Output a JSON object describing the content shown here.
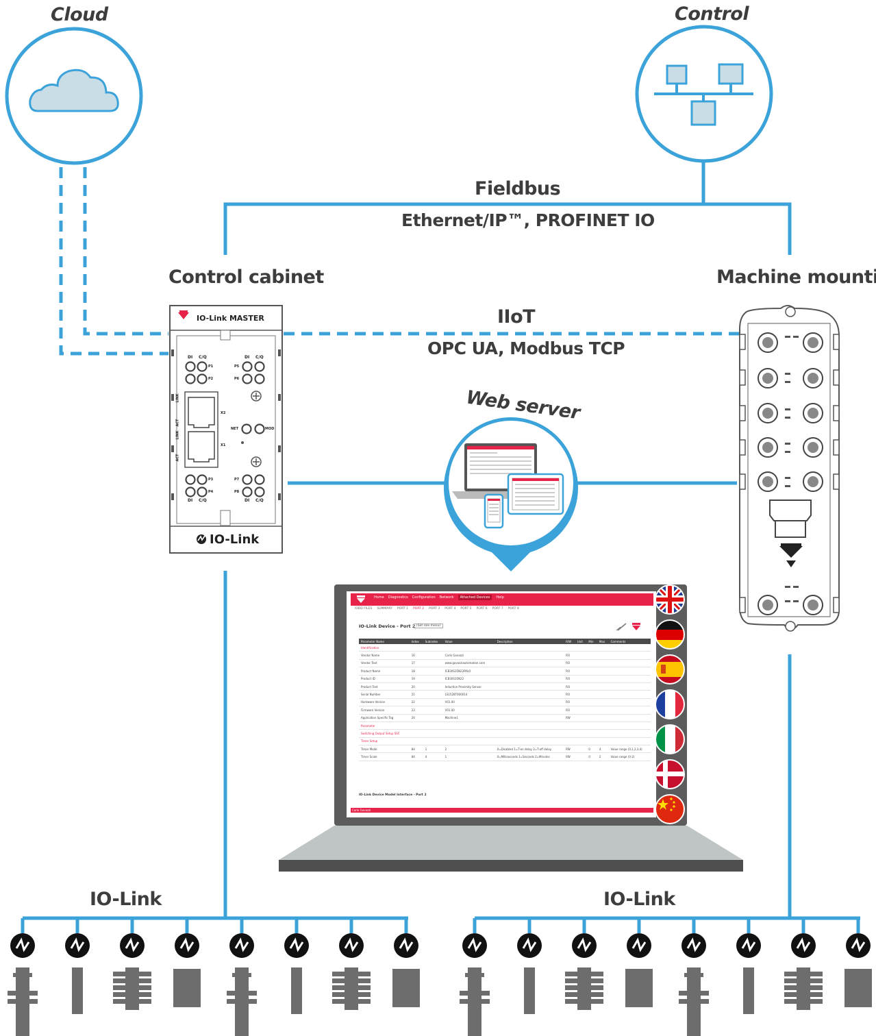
{
  "labels": {
    "cloud": "Cloud",
    "control": "Control",
    "fieldbus": "Fieldbus",
    "fieldbus_protocols": "Ethernet/IP™, PROFINET IO",
    "control_cabinet": "Control cabinet",
    "machine_mounting": "Machine mounting",
    "iiot": "IIoT",
    "iiot_protocols": "OPC UA, Modbus TCP",
    "web_server": "Web server",
    "io_link_left": "IO-Link",
    "io_link_right": "IO-Link"
  },
  "master": {
    "header": "IO-Link MASTER",
    "footer": "IO-Link",
    "port_labels": [
      "DI",
      "C/Q",
      "DI",
      "C/Q",
      "P1",
      "P2",
      "P5",
      "P6",
      "P3",
      "P4",
      "P7",
      "P8",
      "X2",
      "X1",
      "NET",
      "MOD",
      "LINK",
      "ACT",
      "LINK",
      "ACT",
      "DI",
      "C/Q",
      "DI",
      "C/Q"
    ]
  },
  "web_ui": {
    "nav": [
      "Home",
      "Diagnostics",
      "Configuration",
      "Network",
      "Attached Devices",
      "Help"
    ],
    "nav_active": "Attached Devices",
    "tabs": [
      "IODD FILES",
      "SUMMARY",
      "PORT 1",
      "PORT 2",
      "PORT 3",
      "PORT 4",
      "PORT 5",
      "PORT 6",
      "PORT 7",
      "PORT 8"
    ],
    "tab_active": "PORT 2",
    "page_title": "IO-Link Device - Port 2",
    "select_value": "(Set role menu)",
    "table_headers": [
      "Parameter Name",
      "Index",
      "Subindex",
      "Value",
      "Description",
      "R/W",
      "Unit",
      "Min",
      "Max",
      "Comments"
    ],
    "rows": [
      {
        "name": "Identification",
        "group": true
      },
      {
        "name": "Vendor Name",
        "index": "16",
        "value": "Carlo Gavazzi",
        "rw": "RO"
      },
      {
        "name": "Vendor Text",
        "index": "17",
        "value": "www.gavazziautomation.com",
        "rw": "RO"
      },
      {
        "name": "Product Name",
        "index": "18",
        "value": "ICB30S35N22PALO",
        "rw": "RO"
      },
      {
        "name": "Product ID",
        "index": "19",
        "value": "ICB30S35N22",
        "rw": "RO"
      },
      {
        "name": "Product Text",
        "index": "20",
        "value": "Inductive Proximity Sensor",
        "rw": "RO"
      },
      {
        "name": "Serial Number",
        "index": "21",
        "value": "LS1528T000014",
        "rw": "RO"
      },
      {
        "name": "Hardware Version",
        "index": "22",
        "value": "V01.00",
        "rw": "RO"
      },
      {
        "name": "Firmware Version",
        "index": "23",
        "value": "V01.00",
        "rw": "RO"
      },
      {
        "name": "Application Specific Tag",
        "index": "24",
        "value": "Machine1",
        "rw": "RW"
      },
      {
        "name": "Parameter",
        "group": true
      },
      {
        "name": "Switching Output Setup SSC",
        "group": true
      },
      {
        "name": "Timer Setup",
        "group": true
      },
      {
        "name": "Timer Mode",
        "index": "84",
        "sub": "1",
        "value": "2",
        "desc": "0=Disabled 1=T-on delay 2=T-off delay",
        "rw": "RW",
        "min": "0",
        "max": "4",
        "comments": "Value range (0,1,2,3,4)"
      },
      {
        "name": "Timer Scale",
        "index": "84",
        "sub": "4",
        "value": "1",
        "desc": "0=Milliseconds 1=Seconds 2=Minutes",
        "rw": "RW",
        "min": "0",
        "max": "2",
        "comments": "Value range (0-2)"
      }
    ],
    "section_footer": "IO-Link Device Model Interface - Port 2",
    "footer_text": "Carlo Gavazzi"
  },
  "languages": [
    {
      "name": "English",
      "flag": "uk"
    },
    {
      "name": "German",
      "flag": "de"
    },
    {
      "name": "Spanish",
      "flag": "es"
    },
    {
      "name": "French",
      "flag": "fr"
    },
    {
      "name": "Italian",
      "flag": "it"
    },
    {
      "name": "Danish",
      "flag": "dk"
    },
    {
      "name": "Chinese",
      "flag": "cn"
    }
  ],
  "device_icon": "io-link-device-icon",
  "colors": {
    "line": "#3ba3d9",
    "text": "#3d3d3d",
    "accent": "#e8234a",
    "device": "#6d6d6d",
    "laptop_base": "#bfc4c4"
  }
}
